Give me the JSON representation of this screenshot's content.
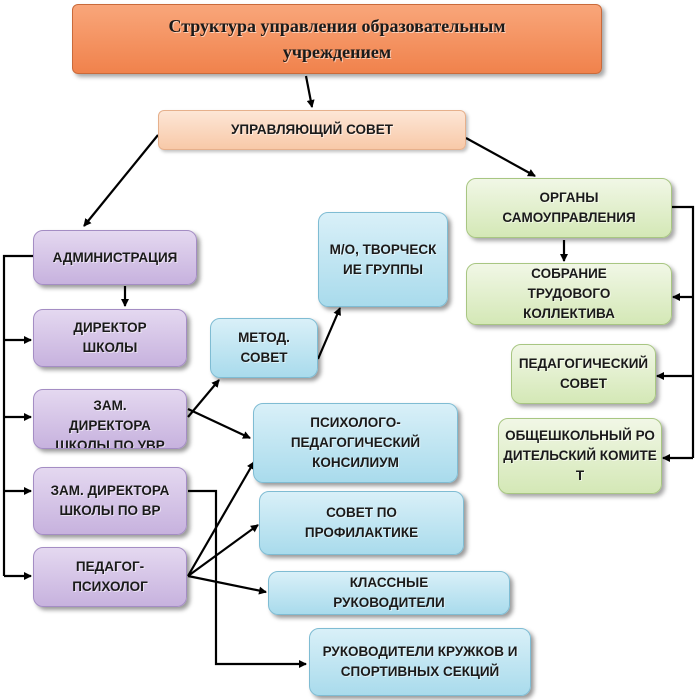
{
  "title": "Структура управления образовательным учреждением",
  "council": "УПРАВЛЯЮЩИЙ СОВЕТ",
  "admin": {
    "administration": "АДМИНИСТРАЦИЯ",
    "director": "ДИРЕКТОР ШКОЛЫ",
    "deputy_uvr": "ЗАМ. ДИРЕКТОРА ШКОЛЫ ПО УВР",
    "deputy_vr": "ЗАМ. ДИРЕКТОРА ШКОЛЫ ПО ВР",
    "psychologist": "ПЕДАГОГ-ПСИХОЛОГ"
  },
  "middle": {
    "mo_groups": "М/О, ТВОРЧЕСКИЕ ГРУППЫ",
    "method_council": "МЕТОД. СОВЕТ",
    "pmpk": "ПСИХОЛОГО-ПЕДАГОГИЧЕСКИЙ КОНСИЛИУМ",
    "prevention": "СОВЕТ ПО ПРОФИЛАКТИКЕ",
    "class_teachers": "КЛАССНЫЕ РУКОВОДИТЕЛИ",
    "club_leaders": "РУКОВОДИТЕЛИ КРУЖКОВ И СПОРТИВНЫХ СЕКЦИЙ"
  },
  "self_gov": {
    "bodies": "ОРГАНЫ САМОУПРАВЛЕНИЯ",
    "labor_assembly": "СОБРАНИЕ ТРУДОВОГО КОЛЛЕКТИВА",
    "ped_council": "ПЕДАГОГИЧЕСКИЙ СОВЕТ",
    "parent_committee": "ОБЩЕШКОЛЬНЫЙ РОДИТЕЛЬСКИЙ КОМИТЕТ"
  }
}
